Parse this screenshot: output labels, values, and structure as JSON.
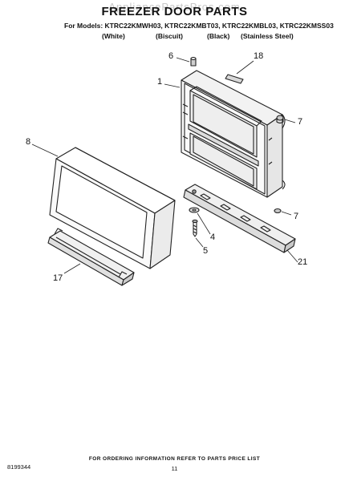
{
  "header": {
    "title": "FREEZER DOOR PARTS",
    "watermark": "AppliancePartsPros.com",
    "models_line": "For Models: KTRC22KMWH03, KTRC22KMBT03, KTRC22KMBL03, KTRC22KMSS03",
    "colors": [
      "(White)",
      "(Biscuit)",
      "(Black)",
      "(Stainless Steel)"
    ]
  },
  "callouts": [
    "6",
    "18",
    "1",
    "7",
    "8",
    "7",
    "4",
    "5",
    "17",
    "21"
  ],
  "footer": {
    "ordering_note": "FOR ORDERING INFORMATION REFER TO PARTS PRICE LIST",
    "doc_number": "8199344",
    "page_number": "11"
  }
}
